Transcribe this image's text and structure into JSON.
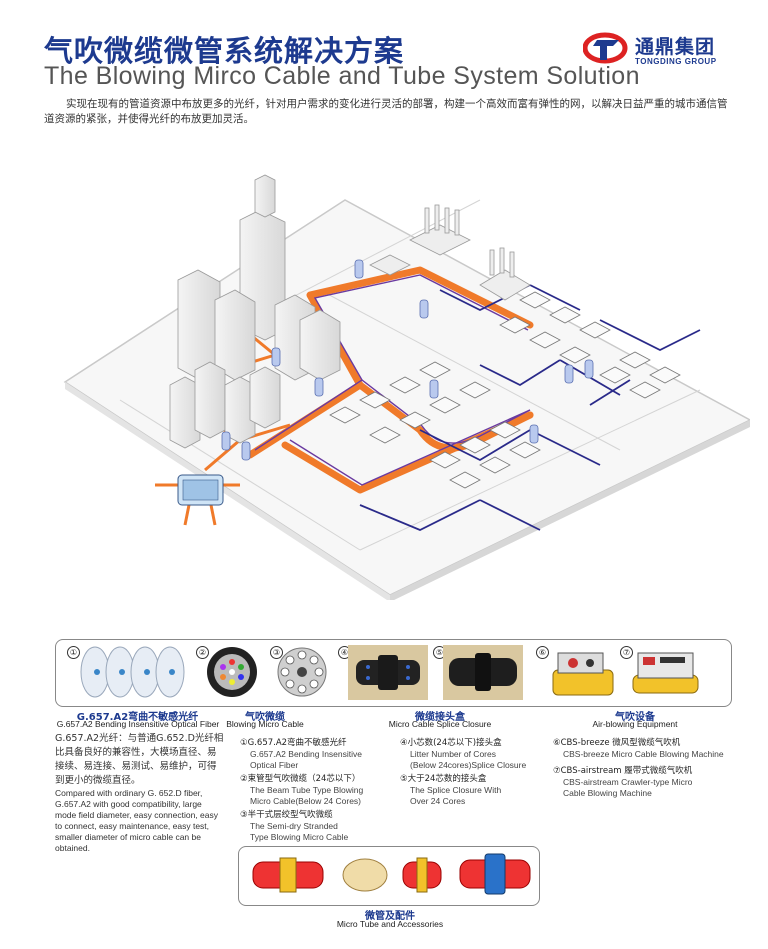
{
  "header": {
    "title_cn": "气吹微缆微管系统解决方案",
    "title_en": "The Blowing Mirco Cable and Tube System Solution",
    "logo_cn": "通鼎集团",
    "logo_en": "TONGDING GROUP",
    "intro": "实现在现有的管道资源中布放更多的光纤，针对用户需求的变化进行灵活的部署，构建一个高效而富有弹性的网，以解决日益严重的城市通信管道资源的紧张，并使得光纤的布放更加灵活。"
  },
  "products": {
    "numbers": [
      "①",
      "②",
      "③",
      "④",
      "⑤",
      "⑥",
      "⑦"
    ],
    "fiber": {
      "cn": "G.657.A2弯曲不敏感光纤",
      "en": "G.657.A2 Bending Insensitive Optical Fiber"
    },
    "cable": {
      "cn": "气吹微缆",
      "en": "Blowing Micro Cable"
    },
    "closure": {
      "cn": "微缆接头盒",
      "en": "Micro Cable Splice Closure"
    },
    "equipment": {
      "cn": "气吹设备",
      "en": "Air-blowing Equipment"
    }
  },
  "fiber_desc": {
    "cn": "G.657.A2光纤：与普通G.652.D光纤相比具备良好的兼容性，大模场直径、易接续、易连接、易测试、易维护，可得到更小的微缆直径。",
    "en": "Compared with ordinary G. 652.D fiber, G.657.A2 with good compatibility, large mode field diameter, easy connection, easy to connect, easy maintenance, easy test, smaller diameter of micro cable can be obtained."
  },
  "cable_items": [
    {
      "h": "①G.657.A2弯曲不敏感光纤",
      "t1": "G.657.A2 Bending Insensitive",
      "t2": "Optical Fiber"
    },
    {
      "h": "②束管型气吹微缆（24芯以下）",
      "t1": "The Beam Tube Type Blowing",
      "t2": "Micro Cable(Below 24 Cores)"
    },
    {
      "h": "③半干式层绞型气吹微缆",
      "t1": "The Semi-dry Stranded",
      "t2": "Type Blowing Micro Cable"
    }
  ],
  "closure_items": [
    {
      "h": "④小芯数(24芯以下)接头盒",
      "t1": "Litter Number of Cores",
      "t2": "(Below 24cores)Splice Closure"
    },
    {
      "h": "⑤大于24芯数的接头盒",
      "t1": "The Splice Closure With",
      "t2": "Over 24 Cores"
    }
  ],
  "equip_items": [
    {
      "h": "⑥CBS-breeze 微风型微缆气吹机",
      "t1": "CBS-breeze Micro Cable Blowing Machine",
      "t2": ""
    },
    {
      "h": "⑦CBS-airstream 履带式微缆气吹机",
      "t1": "CBS-airstream Crawler-type Micro",
      "t2": "Cable Blowing Machine"
    }
  ],
  "accessories": {
    "cn": "微管及配件",
    "en": "Micro Tube and Accessories"
  },
  "colors": {
    "brand": "#1d3a8f",
    "duct": "#f07a2a",
    "tube": "#6a3aa0",
    "cable": "#2a2a8a"
  }
}
